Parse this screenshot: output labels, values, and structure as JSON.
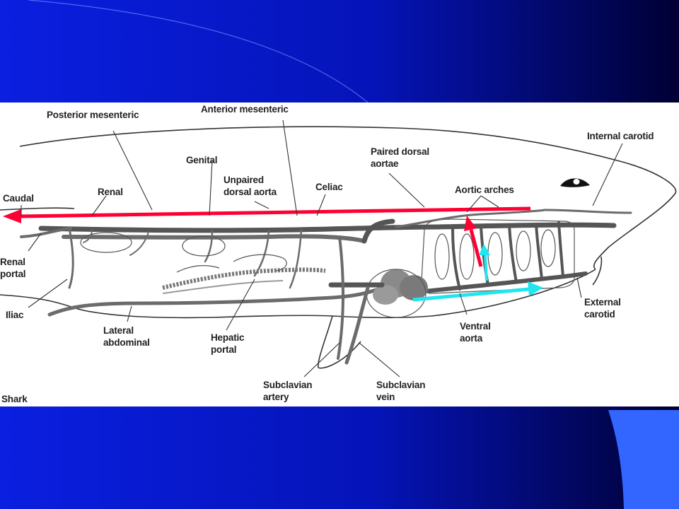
{
  "colors": {
    "slide_bg_start": "#0a1fe0",
    "slide_bg_end": "#000033",
    "accent_tab": "#3366ff",
    "arrow_red": "#ff0033",
    "arrow_cyan": "#22e5f0"
  },
  "labels": {
    "posterior_mesenteric": "Posterior mesenteric",
    "anterior_mesenteric": "Anterior mesenteric",
    "internal_carotid": "Internal carotid",
    "genital": "Genital",
    "paired_dorsal_aortae_1": "Paired dorsal",
    "paired_dorsal_aortae_2": "aortae",
    "unpaired_dorsal_aorta_1": "Unpaired",
    "unpaired_dorsal_aorta_2": "dorsal aorta",
    "celiac": "Celiac",
    "caudal": "Caudal",
    "renal": "Renal",
    "aortic_arches": "Aortic arches",
    "renal_portal_1": "Renal",
    "renal_portal_2": "portal",
    "iliac": "Iliac",
    "external_carotid_1": "External",
    "external_carotid_2": "carotid",
    "lateral_abdominal_1": "Lateral",
    "lateral_abdominal_2": "abdominal",
    "hepatic_portal_1": "Hepatic",
    "hepatic_portal_2": "portal",
    "ventral_aorta_1": "Ventral",
    "ventral_aorta_2": "aorta",
    "subclavian_artery_1": "Subclavian",
    "subclavian_artery_2": "artery",
    "subclavian_vein_1": "Subclavian",
    "subclavian_vein_2": "vein",
    "shark": "Shark"
  }
}
